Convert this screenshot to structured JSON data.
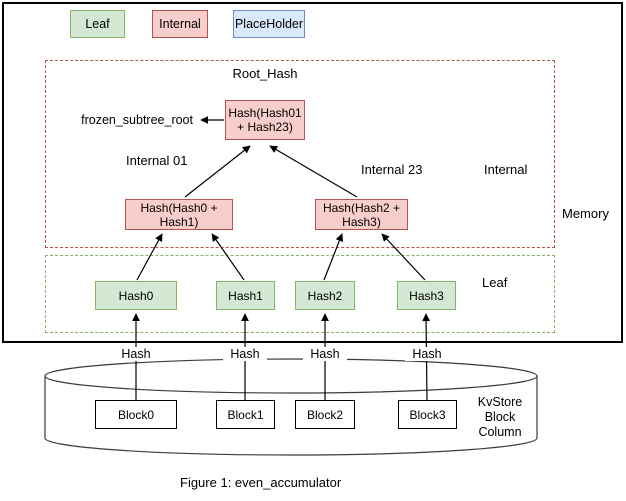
{
  "legend": {
    "leaf": "Leaf",
    "internal": "Internal",
    "placeholder": "PlaceHolder"
  },
  "regions": {
    "root_hash": "Root_Hash",
    "internal": "Internal",
    "memory": "Memory",
    "leaf": "Leaf"
  },
  "annotations": {
    "frozen_subtree_root": "frozen_subtree_root",
    "internal01": "Internal 01",
    "internal23": "Internal 23",
    "hash_edge": "Hash"
  },
  "nodes": {
    "root": "Hash(Hash01 + Hash23)",
    "internal01": "Hash(Hash0 + Hash1)",
    "internal23": "Hash(Hash2 + Hash3)",
    "hash0": "Hash0",
    "hash1": "Hash1",
    "hash2": "Hash2",
    "hash3": "Hash3",
    "block0": "Block0",
    "block1": "Block1",
    "block2": "Block2",
    "block3": "Block3"
  },
  "storage": {
    "label": "KvStore Block Column"
  },
  "caption": "Figure 1: even_accumulator",
  "colors": {
    "leaf_fill": "#d5e8d4",
    "leaf_stroke": "#82b366",
    "internal_fill": "#f8cecc",
    "internal_stroke": "#b85450",
    "placeholder_fill": "#dae8fc",
    "placeholder_stroke": "#6c8ebf",
    "memory_border": "#000000",
    "line": "#000000"
  }
}
